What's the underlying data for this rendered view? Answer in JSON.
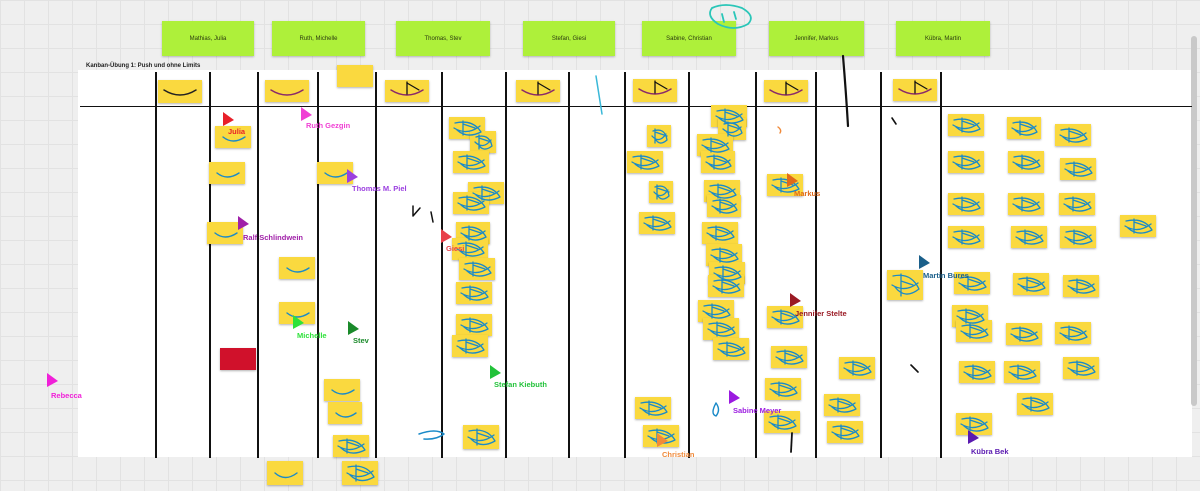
{
  "board": {
    "frame_title": "Kanban-Übung 1: Push und ohne Limits"
  },
  "header_cards": [
    {
      "label": "Mathias, Julia"
    },
    {
      "label": "Ruth, Michelle"
    },
    {
      "label": "Thomas, Stev"
    },
    {
      "label": "Stefan, Giesi"
    },
    {
      "label": "Sabine, Christian"
    },
    {
      "label": "Jennifer, Markus"
    },
    {
      "label": "Kübra, Martin"
    }
  ],
  "cursors": [
    {
      "name": "Julia",
      "color": "#e8202a"
    },
    {
      "name": "Ruth Gezgin",
      "color": "#f03fd4"
    },
    {
      "name": "Thomas M. Piel",
      "color": "#9b3fe0"
    },
    {
      "name": "Ralf Schlindwein",
      "color": "#a020a8"
    },
    {
      "name": "Giesi",
      "color": "#e8404a"
    },
    {
      "name": "Markus",
      "color": "#e06a1a"
    },
    {
      "name": "Martin Bures",
      "color": "#1a5f8a"
    },
    {
      "name": "Jennifer Stelte",
      "color": "#9a1a24"
    },
    {
      "name": "Michelle",
      "color": "#2ee23a"
    },
    {
      "name": "Stev",
      "color": "#1a8a2a"
    },
    {
      "name": "Stefan Kiebuth",
      "color": "#22c23a"
    },
    {
      "name": "Sabine Meyer",
      "color": "#9b1ae0"
    },
    {
      "name": "Christian",
      "color": "#f08a3a"
    },
    {
      "name": "Kübra Bek",
      "color": "#5a1ab0"
    },
    {
      "name": "Rebecca",
      "color": "#f020d8"
    }
  ],
  "colors": {
    "sticky_yellow": "#fad93f",
    "sticky_red": "#d0112b",
    "header_green": "#aef03a",
    "ink_blue": "#1a8ac8",
    "ink_dark": "#111111",
    "ink_purple": "#8a2a6a"
  }
}
